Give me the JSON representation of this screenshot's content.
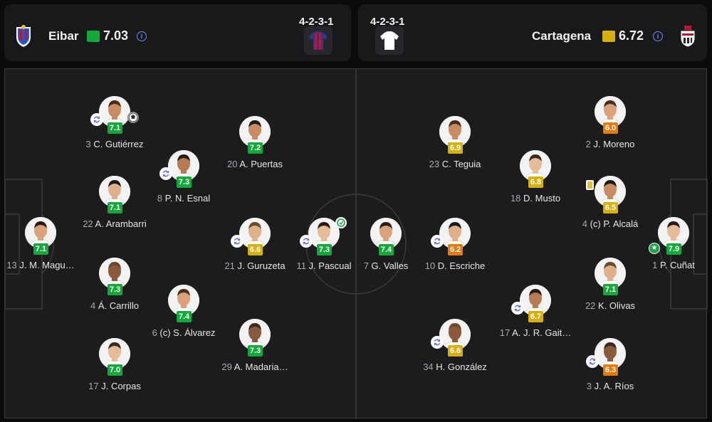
{
  "colors": {
    "green": "#13a83a",
    "yellow": "#d8b00a",
    "orange": "#e87a0c",
    "accent": "#7b86ff"
  },
  "home": {
    "name": "Eibar",
    "rating": "7.03",
    "rating_color": "#13a83a",
    "formation": "4-2-3-1",
    "info_icon": "i"
  },
  "away": {
    "name": "Cartagena",
    "rating": "6.72",
    "rating_color": "#d8b00a",
    "formation": "4-2-3-1",
    "info_icon": "i"
  },
  "home_players": [
    {
      "num": "13",
      "name": "J. M. Magu…",
      "rating": "7.1",
      "color": "#13a83a"
    },
    {
      "num": "3",
      "name": "C. Gutiérrez",
      "rating": "7.1",
      "color": "#13a83a"
    },
    {
      "num": "22",
      "name": "A. Arambarri",
      "rating": "7.1",
      "color": "#13a83a"
    },
    {
      "num": "4",
      "name": "Á. Carrillo",
      "rating": "7.3",
      "color": "#13a83a"
    },
    {
      "num": "17",
      "name": "J. Corpas",
      "rating": "7.0",
      "color": "#13a83a"
    },
    {
      "num": "8",
      "name": "P. N. Esnal",
      "rating": "7.3",
      "color": "#13a83a"
    },
    {
      "num": "6",
      "name": "(c) S. Álvarez",
      "rating": "7.4",
      "color": "#13a83a"
    },
    {
      "num": "20",
      "name": "A. Puertas",
      "rating": "7.2",
      "color": "#13a83a"
    },
    {
      "num": "21",
      "name": "J. Guruzeta",
      "rating": "6.6",
      "color": "#d8b00a"
    },
    {
      "num": "29",
      "name": "A. Madaria…",
      "rating": "7.3",
      "color": "#13a83a"
    },
    {
      "num": "11",
      "name": "J. Pascual",
      "rating": "7.3",
      "color": "#13a83a"
    }
  ],
  "away_players": [
    {
      "num": "7",
      "name": "G. Valles",
      "rating": "7.4",
      "color": "#13a83a"
    },
    {
      "num": "23",
      "name": "C. Teguia",
      "rating": "6.9",
      "color": "#d8b00a"
    },
    {
      "num": "10",
      "name": "D. Escriche",
      "rating": "6.2",
      "color": "#e87a0c"
    },
    {
      "num": "34",
      "name": "H. González",
      "rating": "6.6",
      "color": "#d8b00a"
    },
    {
      "num": "18",
      "name": "D. Musto",
      "rating": "6.8",
      "color": "#d8b00a"
    },
    {
      "num": "17",
      "name": "A. J. R. Gait…",
      "rating": "6.7",
      "color": "#d8b00a"
    },
    {
      "num": "2",
      "name": "J. Moreno",
      "rating": "6.0",
      "color": "#e87a0c"
    },
    {
      "num": "4",
      "name": "(c) P. Alcalá",
      "rating": "6.5",
      "color": "#d8b00a"
    },
    {
      "num": "22",
      "name": "K. Olivas",
      "rating": "7.1",
      "color": "#13a83a"
    },
    {
      "num": "3",
      "name": "J. A. Ríos",
      "rating": "6.3",
      "color": "#e87a0c"
    },
    {
      "num": "1",
      "name": "P. Cuñat",
      "rating": "7.9",
      "color": "#13a83a"
    }
  ],
  "icons": {
    "substitution": "substitution-icon",
    "goal": "goal-icon",
    "card": "yellow-card-icon",
    "motm": "star-icon"
  }
}
